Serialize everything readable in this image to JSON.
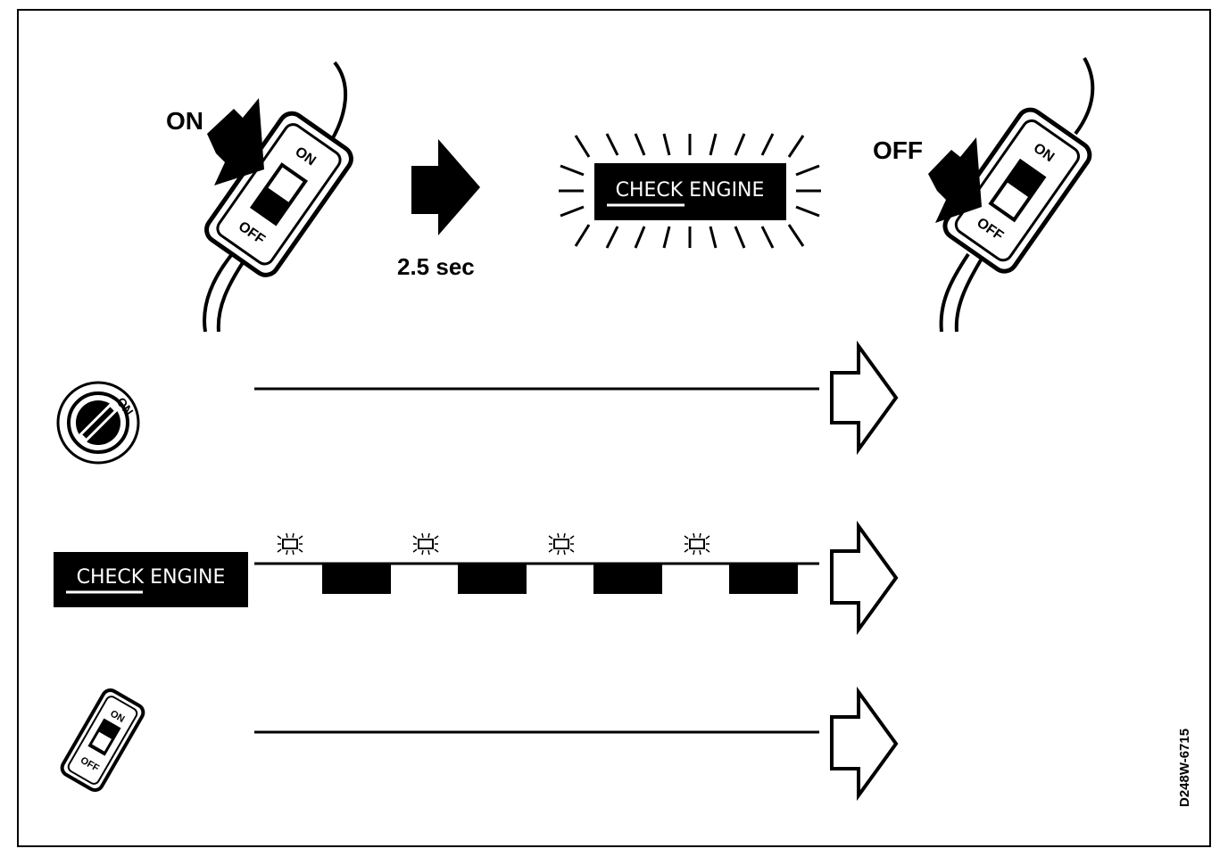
{
  "top_row": {
    "on_label": "ON",
    "delay_label": "2.5 sec",
    "warning_lamp_text": "CHECK ENGINE",
    "off_label": "OFF"
  },
  "switch": {
    "on_text": "ON",
    "off_text": "OFF"
  },
  "ignition_key": {
    "on_text": "ON"
  },
  "timeline": {
    "lamp_label": "CHECK ENGINE",
    "blink_pulses": 4
  },
  "figure_code": "D248W-6715",
  "colors": {
    "ink": "#000000",
    "paper": "#ffffff"
  }
}
